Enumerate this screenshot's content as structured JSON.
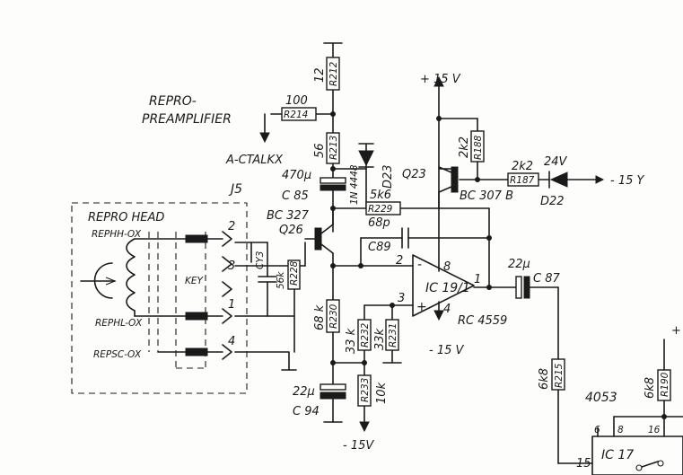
{
  "title_line1": "REPRO-",
  "title_line2": "PREAMPLIFIER",
  "connector": "J5",
  "head": {
    "label": "REPRO HEAD",
    "key": "KEY",
    "rephh": "REPHH-OX",
    "rephl": "REPHL-OX",
    "repsc": "REPSC-OX"
  },
  "pins": [
    "2",
    "3",
    "1",
    "4"
  ],
  "r212": {
    "ref": "R212",
    "value": "12"
  },
  "r214": {
    "ref": "R214",
    "value": "100"
  },
  "r213": {
    "ref": "R213",
    "value": "56"
  },
  "net_a": "A-CTALKX",
  "c85": {
    "ref": "C 85",
    "value": "470μ"
  },
  "d23": {
    "ref": "D23",
    "type": "1N 4448"
  },
  "q26": {
    "ref": "Q26",
    "type": "BC 327"
  },
  "r229": {
    "ref": "R229",
    "value": "5k6"
  },
  "c89": {
    "ref": "C89",
    "value": "68p"
  },
  "cy3": {
    "ref": "CY3"
  },
  "r228": {
    "ref": "R228",
    "value": "56k"
  },
  "r230": {
    "ref": "R230",
    "value": "68 k"
  },
  "r232": {
    "ref": "R232",
    "value": "33 k"
  },
  "r231": {
    "ref": "R231",
    "value": "33k"
  },
  "c94": {
    "ref": "C 94",
    "value": "22μ"
  },
  "r233": {
    "ref": "R233",
    "value": "10k"
  },
  "supply_pos": "+ 15 V",
  "supply_neg_a": "- 15 V",
  "supply_neg_b": "- 15V",
  "supply_neg_c": "- 15 Y",
  "q23": {
    "ref": "Q23",
    "type": "BC 307 B"
  },
  "r188": {
    "ref": "R188",
    "value": "2k2"
  },
  "r187": {
    "ref": "R187",
    "value": "2k2"
  },
  "d22": {
    "ref": "D22",
    "value": "24V"
  },
  "ic19": {
    "ref": "IC 19/1",
    "type": "RC 4559",
    "pin_minus": "2",
    "pin_plus": "3",
    "pin_out": "1",
    "pin_vp": "8",
    "pin_vn": "4",
    "minus_sign": "-",
    "plus_sign": "+"
  },
  "c87": {
    "ref": "C 87",
    "value": "22μ"
  },
  "r215": {
    "ref": "R215",
    "value": "6k8"
  },
  "r190": {
    "ref": "R190",
    "value": "6k8"
  },
  "ic17": {
    "ref": "IC 17",
    "type": "4053",
    "pin6": "6",
    "pin8": "8",
    "pin16": "16",
    "pin15": "15"
  },
  "plus_edge": "+"
}
